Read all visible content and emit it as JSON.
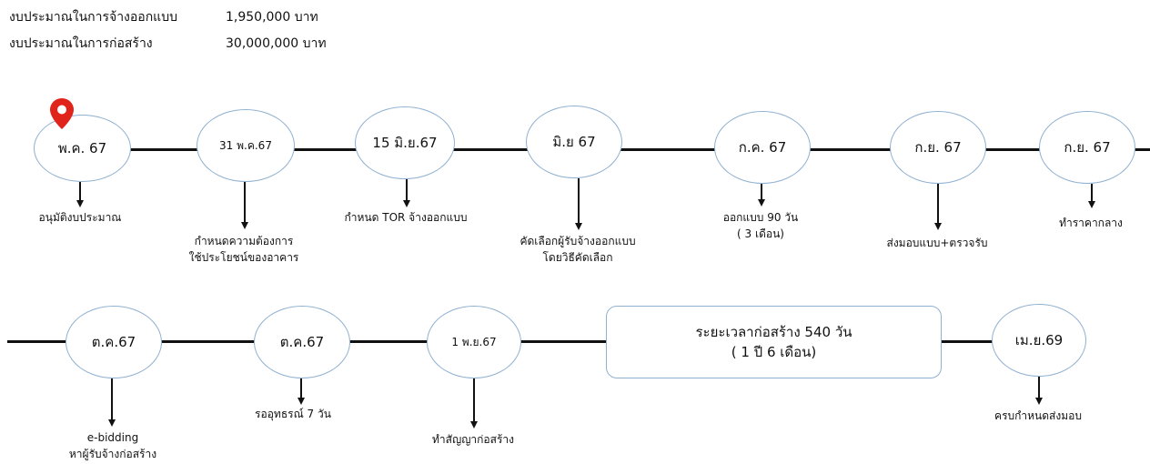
{
  "budget": {
    "design_label": "งบประมาณในการจ้างออกแบบ",
    "design_value": "1,950,000 บาท",
    "construction_label": "งบประมาณในการก่อสร้าง",
    "construction_value": "30,000,000 บาท"
  },
  "row1": [
    {
      "node": "พ.ค. 67",
      "label": [
        "อนุมัติงบประมาณ"
      ]
    },
    {
      "node": "31 พ.ค.67",
      "label": [
        "กำหนดความต้องการ",
        "ใช้ประโยชน์ของอาคาร"
      ]
    },
    {
      "node": "15 มิ.ย.67",
      "label": [
        "กำหนด TOR จ้างออกแบบ"
      ]
    },
    {
      "node": "มิ.ย 67",
      "label": [
        "คัดเลือกผู้รับจ้างออกแบบ",
        "โดยวิธีคัดเลือก"
      ]
    },
    {
      "node": "ก.ค. 67",
      "label": [
        "ออกแบบ 90 วัน",
        "( 3 เดือน)"
      ]
    },
    {
      "node": "ก.ย. 67",
      "label": [
        "ส่งมอบแบบ+ตรวจรับ"
      ]
    },
    {
      "node": "ก.ย. 67",
      "label": [
        "ทำราคากลาง"
      ]
    }
  ],
  "row2": [
    {
      "node": "ต.ค.67",
      "label": [
        "e-bidding",
        "หาผู้รับจ้างก่อสร้าง"
      ]
    },
    {
      "node": "ต.ค.67",
      "label": [
        "รออุทธรณ์ 7 วัน"
      ]
    },
    {
      "node": "1 พ.ย.67",
      "label": [
        "ทำสัญญาก่อสร้าง"
      ]
    },
    {
      "node": "เม.ย.69",
      "label": [
        "ครบกำหนดส่งมอบ"
      ]
    }
  ],
  "construction_period": {
    "line1": "ระยะเวลาก่อสร้าง 540 วัน",
    "line2": "( 1 ปี 6 เดือน)"
  },
  "colors": {
    "node_border": "#8fb0d0",
    "line": "#111111",
    "pin": "#e0241b"
  }
}
